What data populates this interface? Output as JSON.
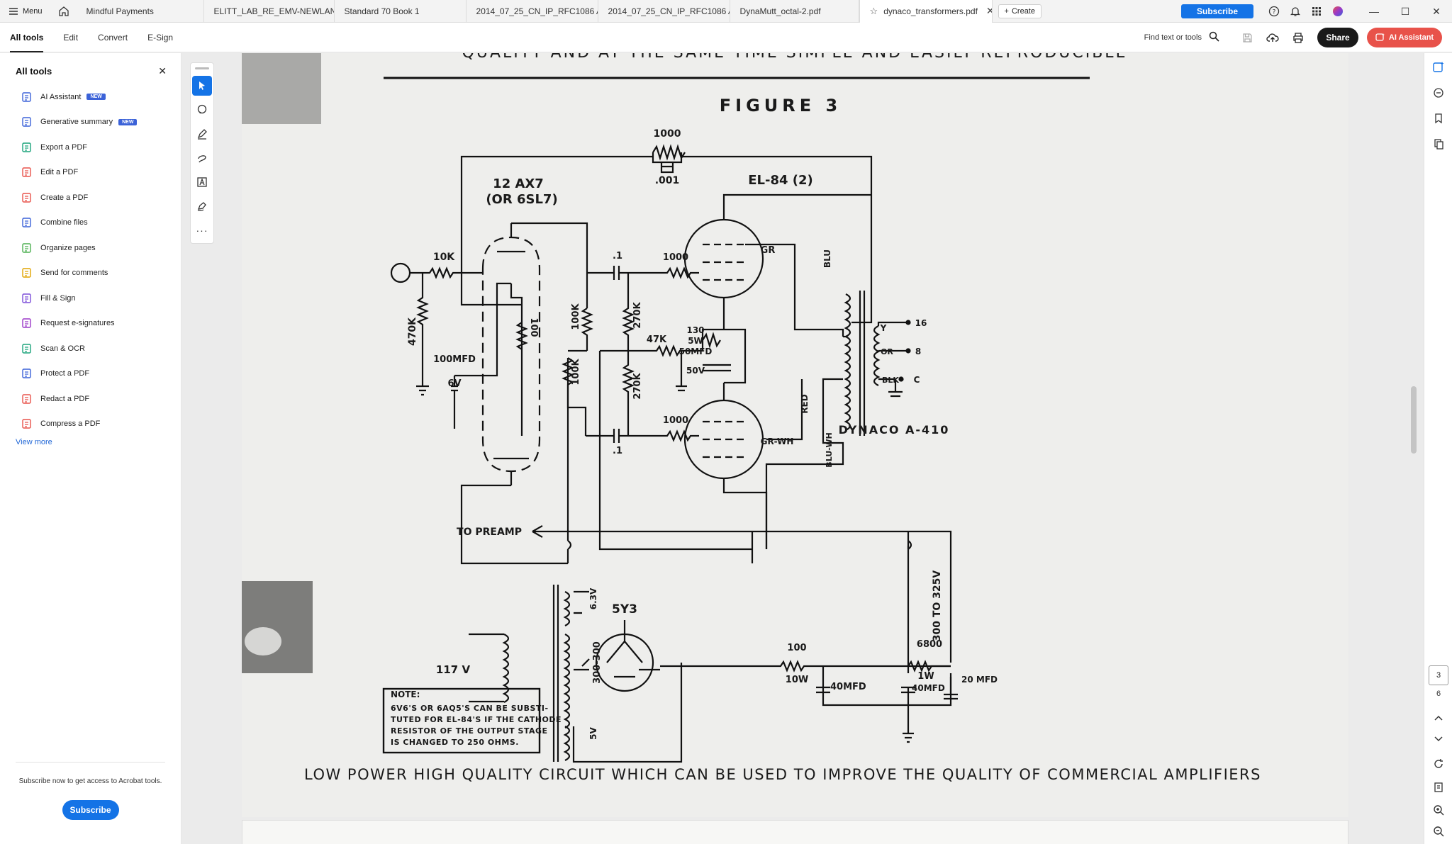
{
  "titlebar": {
    "menu_label": "Menu",
    "tabs": [
      {
        "label": "Mindful Payments"
      },
      {
        "label": "ELITT_LAB_RE_EMV-NEWLAN..."
      },
      {
        "label": "Standard 70 Book 1"
      },
      {
        "label": "2014_07_25_CN_IP_RFC1086 A..."
      },
      {
        "label": "2014_07_25_CN_IP_RFC1086 A..."
      },
      {
        "label": "DynaMutt_octal-2.pdf"
      },
      {
        "label": "dynaco_transformers.pdf"
      }
    ],
    "create_label": "Create",
    "subscribe_label": "Subscribe"
  },
  "toolbar": {
    "menu": [
      "All tools",
      "Edit",
      "Convert",
      "E-Sign"
    ],
    "find_label": "Find text or tools",
    "share_label": "Share",
    "ai_label": "AI Assistant"
  },
  "left_panel": {
    "title": "All tools",
    "tools": [
      {
        "label": "AI Assistant",
        "badge": "NEW",
        "color": "#3b62d8"
      },
      {
        "label": "Generative summary",
        "badge": "NEW",
        "color": "#3b62d8"
      },
      {
        "label": "Export a PDF",
        "color": "#1aa37a"
      },
      {
        "label": "Edit a PDF",
        "color": "#e8524a"
      },
      {
        "label": "Create a PDF",
        "color": "#e8524a"
      },
      {
        "label": "Combine files",
        "color": "#3b62d8"
      },
      {
        "label": "Organize pages",
        "color": "#4caf50"
      },
      {
        "label": "Send for comments",
        "color": "#e0a400"
      },
      {
        "label": "Fill & Sign",
        "color": "#7b4cd8"
      },
      {
        "label": "Request e-signatures",
        "color": "#9b38c8"
      },
      {
        "label": "Scan & OCR",
        "color": "#1aa37a"
      },
      {
        "label": "Protect a PDF",
        "color": "#3b62d8"
      },
      {
        "label": "Redact a PDF",
        "color": "#e8524a"
      },
      {
        "label": "Compress a PDF",
        "color": "#e8524a"
      }
    ],
    "view_more": "View more",
    "subscribe_text": "Subscribe now to get access to Acrobat tools.",
    "subscribe_button": "Subscribe"
  },
  "document": {
    "figure_title": "FIGURE 3",
    "top_text": "QUALITY AND AT THE SAME TIME SIMPLE AND EASILY REPRODUCIBLE",
    "caption": "LOW POWER HIGH QUALITY CIRCUIT WHICH CAN BE USED TO IMPROVE THE QUALITY OF COMMERCIAL AMPLIFIERS",
    "labels": {
      "r_fb": "1000",
      "c_fb": ".001",
      "tube1": "12 AX7",
      "tube1_alt": "(OR 6SL7)",
      "tube2": "EL-84 (2)",
      "r_in": "10K",
      "r_grid": "470K",
      "r_cath": "100",
      "c_cath": "100MFD",
      "c_cath_v": "6V",
      "r_plate1": "100K",
      "r_plate2": "100K",
      "c_c1": ".1",
      "c_c2": ".1",
      "r_g1": "270K",
      "r_g2": "270K",
      "r_gs1": "1000",
      "r_gs2": "1000",
      "r_bias": "47K",
      "r_kout": "130",
      "r_kout_w": "5W",
      "c_kout": "50MFD",
      "c_kout_v": "50V",
      "gr": "GR",
      "grwh": "GR-WH",
      "blu": "BLU",
      "red": "RED",
      "bluwh": "BLU-WH",
      "y": "Y",
      "or": "OR",
      "blk": "BLK",
      "tap16": "16",
      "tapb": "8",
      "tapc": "C",
      "xfmr": "DYNACO  A-410",
      "to_preamp": "TO PREAMP",
      "b_plus": "300 TO 325V",
      "rect": "5Y3",
      "mains": "117 V",
      "hv": "300-300",
      "fil63": "6.3V",
      "fil5": "5V",
      "r_f1": "100",
      "r_f1_w": "10W",
      "r_f2": "6800",
      "r_f2_w": "1W",
      "c_f1": "40MFD",
      "c_f2": "40MFD",
      "c_f3": "20 MFD",
      "note_title": "NOTE:",
      "note_l1": "6V6'S OR 6AQ5'S CAN BE SUBSTI-",
      "note_l2": "TUTED FOR EL-84'S IF THE CATHODE",
      "note_l3": "RESISTOR OF THE OUTPUT STAGE",
      "note_l4": "IS CHANGED TO 250 OHMS."
    }
  },
  "right_rail": {
    "current_page": "3",
    "total_pages": "6"
  }
}
